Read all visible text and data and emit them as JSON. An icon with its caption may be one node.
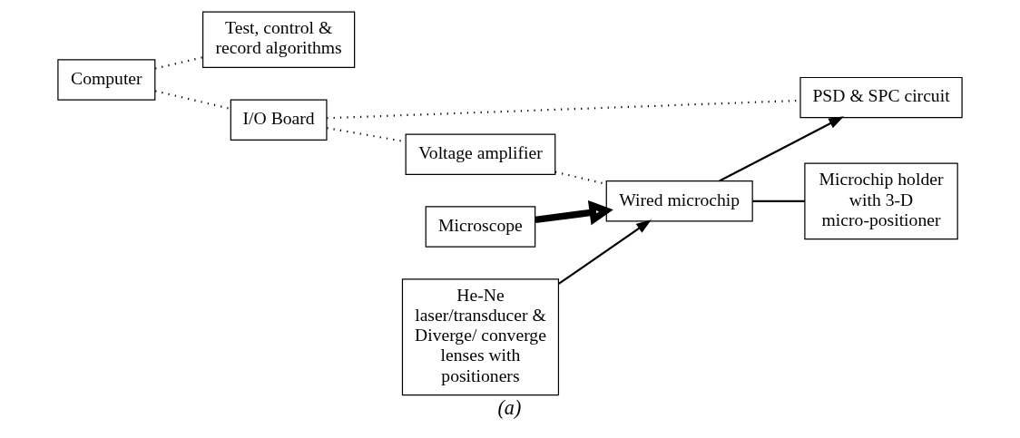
{
  "diagram": {
    "caption": "(a)",
    "nodes": [
      {
        "text": [
          "Computer"
        ]
      },
      {
        "text": [
          "Test, control & record algorithms"
        ]
      },
      {
        "text": [
          "I/O Board"
        ]
      },
      {
        "text": [
          "PSD & SPC circuit"
        ]
      },
      {
        "text": [
          "Voltage amplifier"
        ]
      },
      {
        "text": [
          "Microscope"
        ]
      },
      {
        "text": [
          "Wired microchip"
        ]
      },
      {
        "text": [
          "He-Ne laser/transducer & Diverge/ converge lenses with positioners"
        ]
      },
      {
        "text": [
          "Microchip holder with 3-D micro-positioner"
        ]
      }
    ],
    "edges": [
      {
        "from": 0,
        "to": 1,
        "arrow": "none",
        "style": "dashed"
      },
      {
        "from": 0,
        "to": 2,
        "arrow": "none",
        "style": "dashed"
      },
      {
        "from": 2,
        "to": 3,
        "arrow": "none",
        "style": "dashed"
      },
      {
        "from": 2,
        "to": 4,
        "arrow": "none",
        "style": "dashed"
      },
      {
        "from": 4,
        "to": 6,
        "arrow": "none",
        "style": "dashed"
      },
      {
        "from": 5,
        "to": 6,
        "arrow": "to",
        "style": "thick"
      },
      {
        "from": 6,
        "to": 3,
        "arrow": "to"
      },
      {
        "from": 7,
        "to": 6,
        "arrow": "to"
      },
      {
        "from": 6,
        "to": 8,
        "arrow": "none"
      }
    ]
  }
}
